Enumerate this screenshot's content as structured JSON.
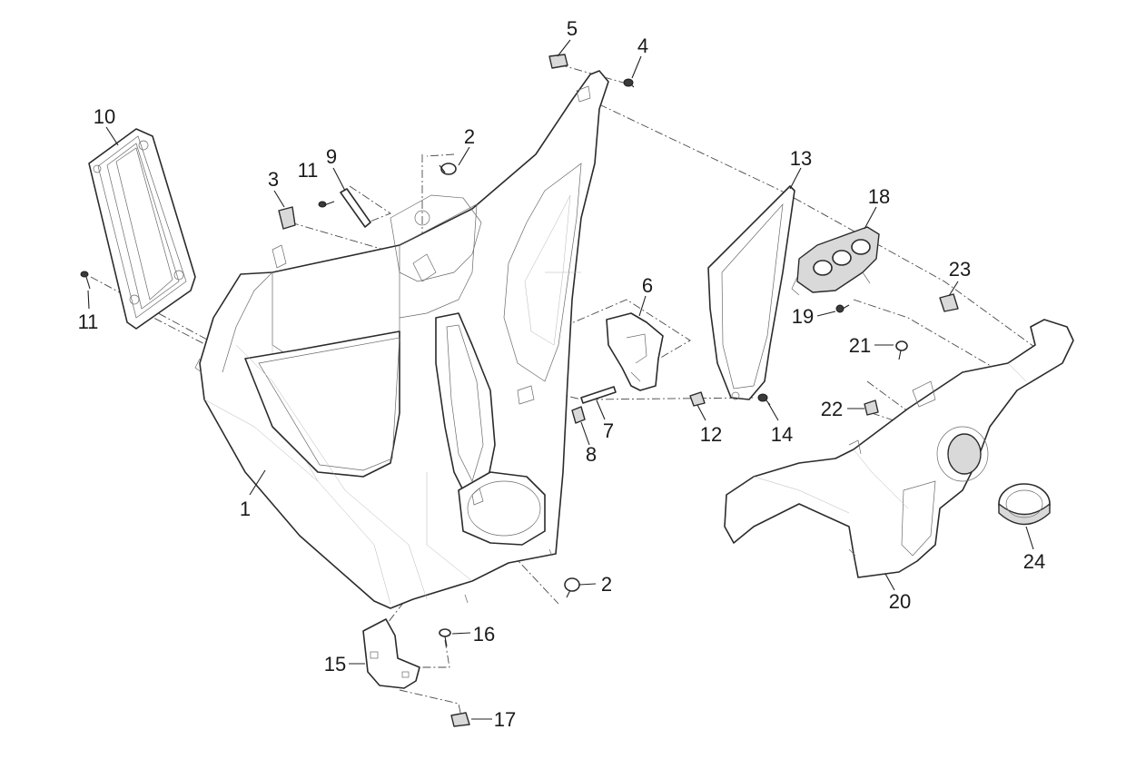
{
  "callouts": [
    {
      "id": "c1",
      "label": "1"
    },
    {
      "id": "c2a",
      "label": "2"
    },
    {
      "id": "c2b",
      "label": "2"
    },
    {
      "id": "c3",
      "label": "3"
    },
    {
      "id": "c4",
      "label": "4"
    },
    {
      "id": "c5",
      "label": "5"
    },
    {
      "id": "c6",
      "label": "6"
    },
    {
      "id": "c7",
      "label": "7"
    },
    {
      "id": "c8",
      "label": "8"
    },
    {
      "id": "c9",
      "label": "9"
    },
    {
      "id": "c10",
      "label": "10"
    },
    {
      "id": "c11a",
      "label": "11"
    },
    {
      "id": "c11b",
      "label": "11"
    },
    {
      "id": "c12",
      "label": "12"
    },
    {
      "id": "c13",
      "label": "13"
    },
    {
      "id": "c14",
      "label": "14"
    },
    {
      "id": "c15",
      "label": "15"
    },
    {
      "id": "c16",
      "label": "16"
    },
    {
      "id": "c17",
      "label": "17"
    },
    {
      "id": "c18",
      "label": "18"
    },
    {
      "id": "c19",
      "label": "19"
    },
    {
      "id": "c20",
      "label": "20"
    },
    {
      "id": "c21",
      "label": "21"
    },
    {
      "id": "c22",
      "label": "22"
    },
    {
      "id": "c23",
      "label": "23"
    },
    {
      "id": "c24",
      "label": "24"
    }
  ]
}
